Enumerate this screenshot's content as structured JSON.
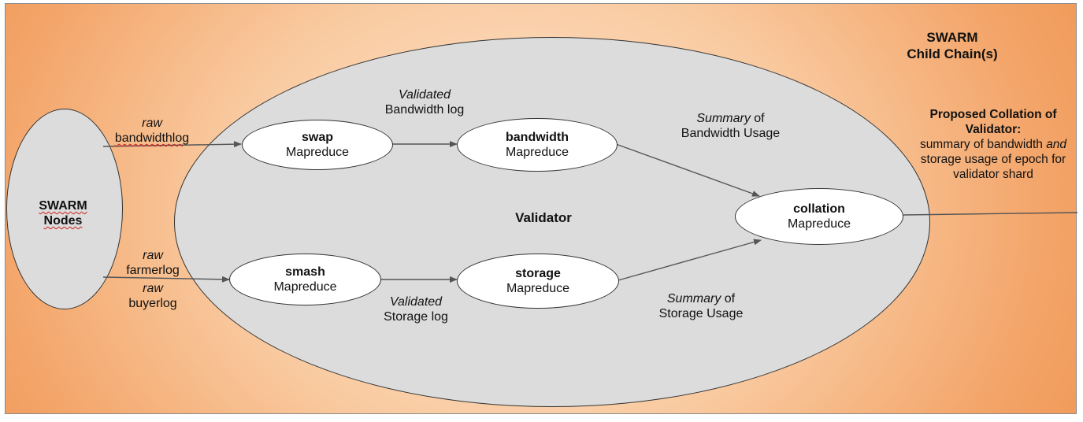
{
  "chain": {
    "title_line1": "SWARM",
    "title_line2": "Child Chain(s)"
  },
  "proposal": {
    "title_line1": "Proposed Collation of",
    "title_line2": "Validator:",
    "desc_line1_pre": "summary of bandwidth ",
    "desc_line1_em": "and",
    "desc_line2": "storage usage of epoch for",
    "desc_line3": "validator shard"
  },
  "nodes": {
    "title_line1": "SWARM",
    "title_line2": "Nodes"
  },
  "validator": {
    "title": "Validator"
  },
  "processes": {
    "swap": {
      "name": "swap",
      "sub": "Mapreduce"
    },
    "bandwidth": {
      "name": "bandwidth",
      "sub": "Mapreduce"
    },
    "smash": {
      "name": "smash",
      "sub": "Mapreduce"
    },
    "storage": {
      "name": "storage",
      "sub": "Mapreduce"
    },
    "collation": {
      "name": "collation",
      "sub": "Mapreduce"
    }
  },
  "edges": {
    "raw_bandwidth": {
      "em": "raw",
      "text": "bandwidthlog"
    },
    "raw_farmer": {
      "em": "raw",
      "text": "farmerlog"
    },
    "raw_buyer": {
      "em": "raw",
      "text": "buyerlog"
    },
    "validated_bandwidth": {
      "em": "Validated",
      "text": "Bandwidth log"
    },
    "validated_storage": {
      "em": "Validated",
      "text": "Storage log"
    },
    "summary_bandwidth": {
      "em": "Summary",
      "suffix": " of",
      "text": "Bandwidth Usage"
    },
    "summary_storage": {
      "em": "Summary",
      "suffix": " of",
      "text": "Storage Usage"
    }
  }
}
